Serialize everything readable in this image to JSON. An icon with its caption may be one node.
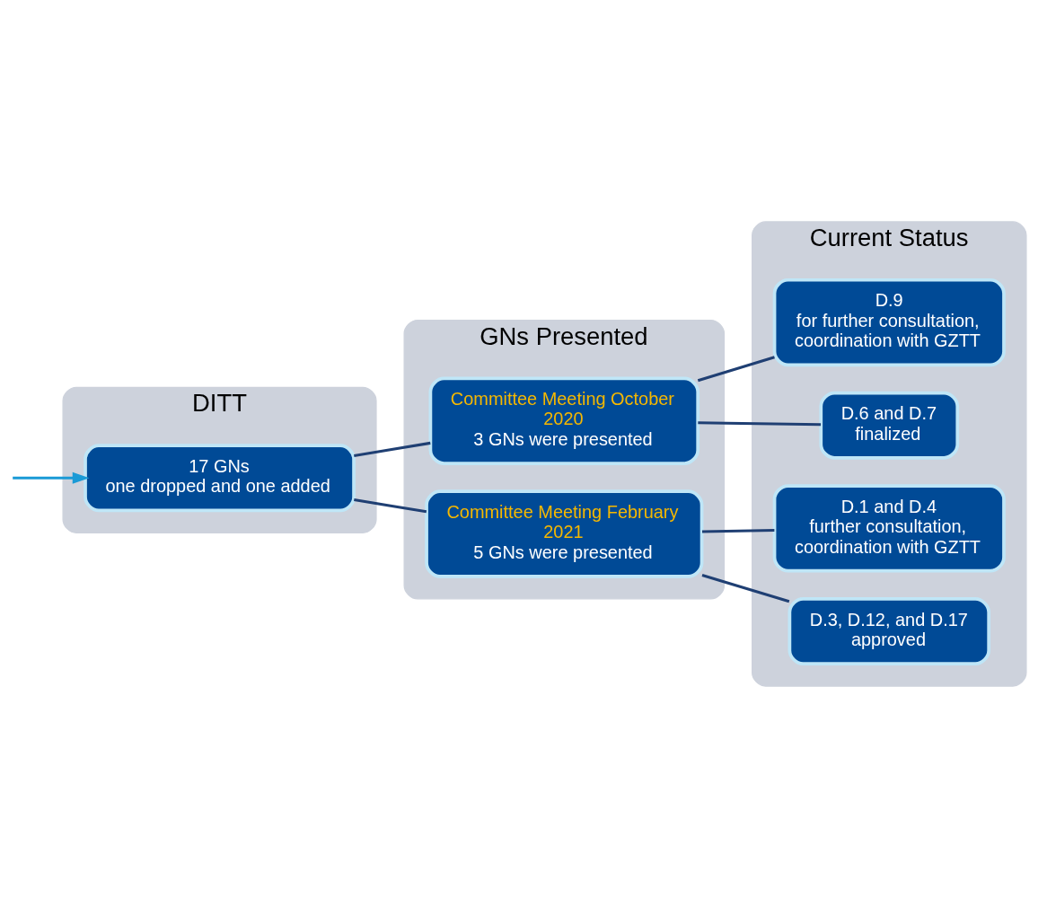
{
  "diagram": {
    "nodes": [
      {
        "text": [
          "DITT"
        ]
      },
      {
        "text": [
          "GNs Presented"
        ]
      },
      {
        "text": [
          "Current Status"
        ]
      },
      {
        "text": [
          "17 GNs",
          "one dropped and one added"
        ],
        "in": 0
      },
      {
        "text": [
          "Committee Meeting October 2020",
          "3 GNs were presented"
        ],
        "in": 1
      },
      {
        "text": [
          "Committee Meeting February 2021",
          "5 GNs were presented"
        ],
        "in": 1
      },
      {
        "text": [
          "D.9",
          "for further consultation, coordination with GZTT"
        ],
        "in": 2
      },
      {
        "text": [
          "D.6 and D.7",
          "finalized"
        ],
        "in": 2
      },
      {
        "text": [
          "D.1 and D.4",
          "further consultation, coordination with GZTT"
        ],
        "in": 2
      },
      {
        "text": [
          "D.3, D.12, and D.17",
          "approved"
        ],
        "in": 2
      }
    ],
    "edges": [
      {
        "from": 3,
        "to": 4,
        "arrow": "none"
      },
      {
        "from": 3,
        "to": 5,
        "arrow": "none"
      },
      {
        "from": 4,
        "to": 6,
        "arrow": "none"
      },
      {
        "from": 4,
        "to": 7,
        "arrow": "none"
      },
      {
        "from": 5,
        "to": 8,
        "arrow": "none"
      },
      {
        "from": 5,
        "to": 9,
        "arrow": "none"
      },
      {
        "from": null,
        "to": 3,
        "arrow": "to",
        "color": "#1a9ad6"
      }
    ]
  }
}
